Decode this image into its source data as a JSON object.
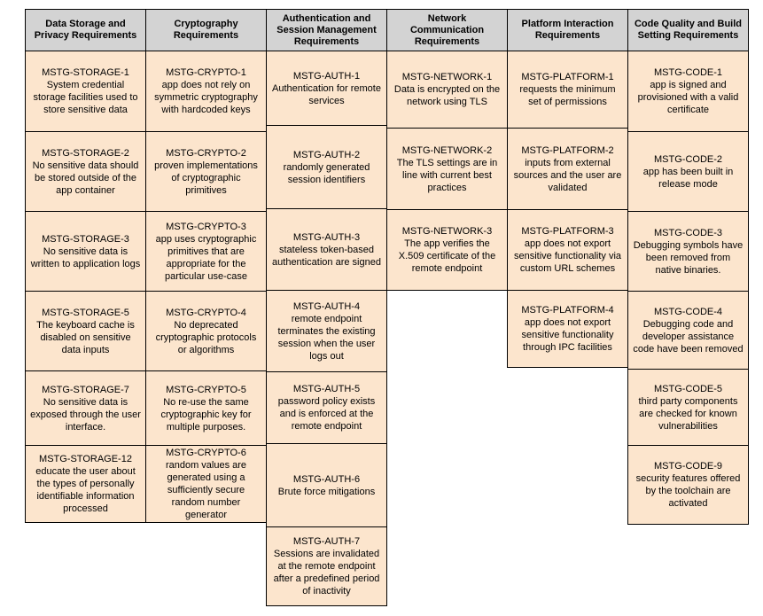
{
  "colors": {
    "background": "#ffffff",
    "header_bg": "#d3d3d3",
    "cell_bg": "#fce5cd",
    "border": "#000000",
    "text": "#000000"
  },
  "columns": [
    {
      "header": "Data Storage and Privacy Requirements",
      "cells": [
        {
          "code": "MSTG-STORAGE-1",
          "desc": "System credential storage facilities used to store sensitive data"
        },
        {
          "code": "MSTG-STORAGE-2",
          "desc": "No sensitive data should be stored outside of the app container"
        },
        {
          "code": "MSTG-STORAGE-3",
          "desc": "No sensitive data is written to application logs"
        },
        {
          "code": "MSTG-STORAGE-5",
          "desc": "The keyboard cache is disabled on sensitive data inputs"
        },
        {
          "code": "MSTG-STORAGE-7",
          "desc": "No sensitive data is exposed through the user interface."
        },
        {
          "code": "MSTG-STORAGE-12",
          "desc": "educate the user about the types of personally identifiable information processed"
        }
      ]
    },
    {
      "header": "Cryptography Requirements",
      "cells": [
        {
          "code": "MSTG-CRYPTO-1",
          "desc": "app does not rely on symmetric cryptography with hardcoded keys"
        },
        {
          "code": "MSTG-CRYPTO-2",
          "desc": "proven implementations of cryptographic primitives"
        },
        {
          "code": "MSTG-CRYPTO-3",
          "desc": "app uses cryptographic primitives that are appropriate for the particular use-case"
        },
        {
          "code": "MSTG-CRYPTO-4",
          "desc": "No deprecated cryptographic protocols or algorithms"
        },
        {
          "code": "MSTG-CRYPTO-5",
          "desc": "No re-use the same cryptographic key for multiple purposes."
        },
        {
          "code": "MSTG-CRYPTO-6",
          "desc": "random values are generated using a sufficiently secure random number generator"
        }
      ]
    },
    {
      "header": "Authentication and Session Management Requirements",
      "cells": [
        {
          "code": "MSTG-AUTH-1",
          "desc": "Authentication for remote services"
        },
        {
          "code": "MSTG-AUTH-2",
          "desc": "randomly generated session identifiers"
        },
        {
          "code": "MSTG-AUTH-3",
          "desc": "stateless token-based authentication are signed"
        },
        {
          "code": "MSTG-AUTH-4",
          "desc": "remote endpoint terminates the existing session when the user logs out"
        },
        {
          "code": "MSTG-AUTH-5",
          "desc": "password policy exists and is enforced at the remote endpoint"
        },
        {
          "code": "MSTG-AUTH-6",
          "desc": "Brute force mitigations"
        },
        {
          "code": "MSTG-AUTH-7",
          "desc": "Sessions are invalidated at the remote endpoint after a predefined period of inactivity"
        }
      ]
    },
    {
      "header": "Network Communication Requirements",
      "cells": [
        {
          "code": "MSTG-NETWORK-1",
          "desc": "Data is encrypted on the network using TLS"
        },
        {
          "code": "MSTG-NETWORK-2",
          "desc": "The TLS settings are in line with current best practices"
        },
        {
          "code": "MSTG-NETWORK-3",
          "desc": "The app verifies the X.509 certificate of the remote endpoint"
        }
      ]
    },
    {
      "header": "Platform Interaction Requirements",
      "cells": [
        {
          "code": "MSTG-PLATFORM-1",
          "desc": "requests the minimum set of permissions"
        },
        {
          "code": "MSTG-PLATFORM-2",
          "desc": "inputs from external sources and the user are validated"
        },
        {
          "code": "MSTG-PLATFORM-3",
          "desc": "app does not export sensitive functionality via custom URL schemes"
        },
        {
          "code": "MSTG-PLATFORM-4",
          "desc": "app does not export sensitive functionality through IPC facilities"
        }
      ]
    },
    {
      "header": "Code Quality and Build Setting Requirements",
      "cells": [
        {
          "code": "MSTG-CODE-1",
          "desc": "app is signed and provisioned with a valid certificate"
        },
        {
          "code": "MSTG-CODE-2",
          "desc": "app has been built in release mode"
        },
        {
          "code": "MSTG-CODE-3",
          "desc": "Debugging symbols have been removed from native binaries."
        },
        {
          "code": "MSTG-CODE-4",
          "desc": "Debugging code and developer assistance code have been removed"
        },
        {
          "code": "MSTG-CODE-5",
          "desc": "third party components are checked for known vulnerabilities"
        },
        {
          "code": "MSTG-CODE-9",
          "desc": "security features offered by the toolchain are activated"
        }
      ]
    }
  ]
}
